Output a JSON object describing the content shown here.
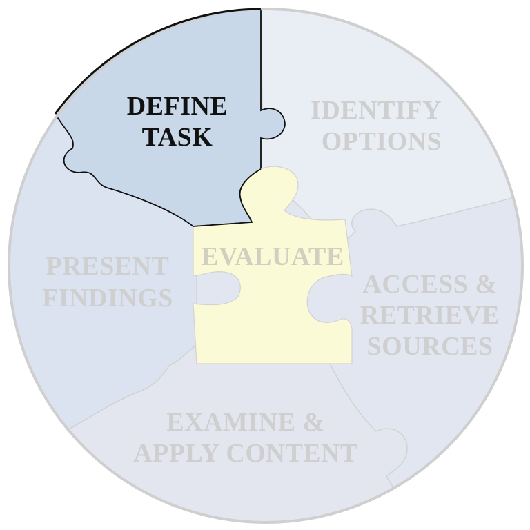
{
  "diagram": {
    "segments": [
      {
        "id": "define-task",
        "lines": [
          "DEFINE",
          "TASK"
        ],
        "highlighted": true
      },
      {
        "id": "identify-options",
        "lines": [
          "IDENTIFY",
          "OPTIONS"
        ],
        "highlighted": false
      },
      {
        "id": "access-retrieve",
        "lines": [
          "ACCESS &",
          "RETRIEVE",
          "SOURCES"
        ],
        "highlighted": false
      },
      {
        "id": "examine-apply",
        "lines": [
          "EXAMINE &",
          "APPLY CONTENT"
        ],
        "highlighted": false
      },
      {
        "id": "present-findings",
        "lines": [
          "PRESENT",
          "FINDINGS"
        ],
        "highlighted": false
      }
    ],
    "center": {
      "label": "EVALUATE"
    },
    "colors": {
      "highlight_fill": "#c9d8e8",
      "left_fill": "#dbe3f1",
      "right_fill": "#e2e6f0",
      "top_right_fill": "#e9edf4",
      "center_fill": "#fbfad7",
      "active_text": "#111111",
      "muted_text": "#cfcfcf",
      "outline": "#cfcfcf"
    }
  }
}
